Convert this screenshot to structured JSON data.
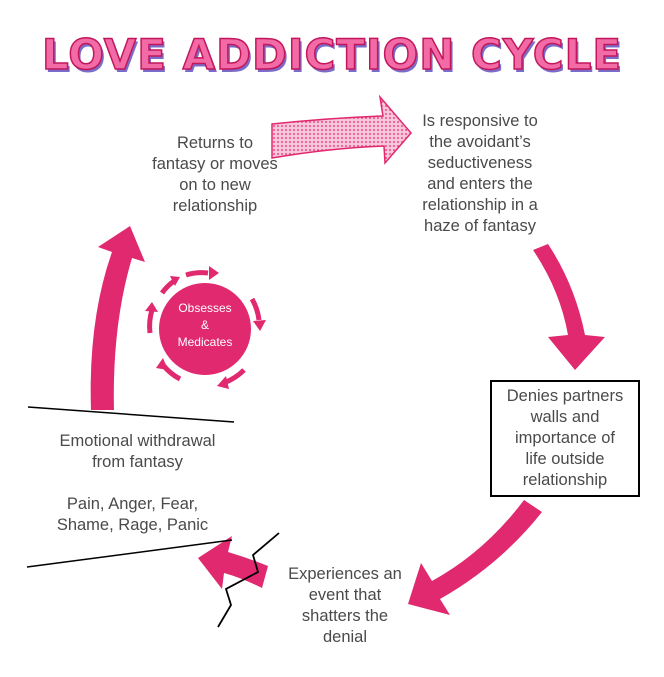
{
  "title": "LOVE ADDICTION CYCLE",
  "colors": {
    "accent": "#e0296f",
    "title_fill": "#f26aa6",
    "title_shadow": "#7b6cc9",
    "text": "#4a4a4a"
  },
  "steps": [
    {
      "id": "returns",
      "text": "Returns to\nfantasy or moves\non to new\nrelationship"
    },
    {
      "id": "responsive",
      "text": "Is responsive to\nthe avoidant’s\nseductiveness\nand enters the\nrelationship in a\nhaze of fantasy"
    },
    {
      "id": "denies",
      "text": "Denies partners\nwalls and\nimportance of\nlife outside\nrelationship"
    },
    {
      "id": "experiences",
      "text": "Experiences an\nevent that\nshatters the\ndenial"
    },
    {
      "id": "feelings",
      "text": "Pain, Anger, Fear,\nShame, Rage, Panic"
    },
    {
      "id": "withdrawal",
      "text": "Emotional withdrawal\nfrom fantasy"
    }
  ],
  "center": {
    "text": "Obsesses\n&\nMedicates"
  }
}
